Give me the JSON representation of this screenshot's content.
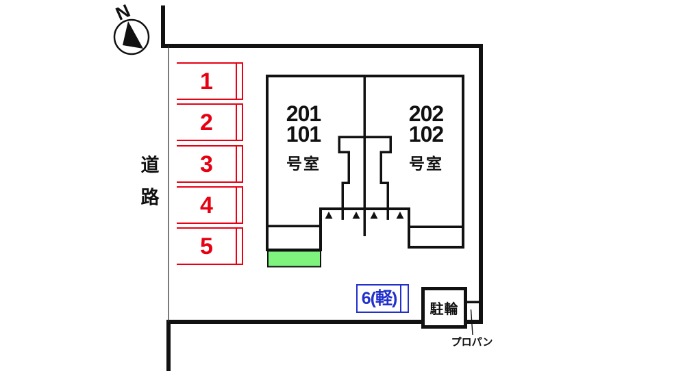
{
  "page": {
    "background": "#ffffff"
  },
  "compass": {
    "label": "N"
  },
  "road": {
    "chars": [
      "道",
      "路"
    ]
  },
  "parking": {
    "stall_color": "#e60012",
    "kei_color": "#2230cc",
    "reserved_color": "#7ef37e",
    "stalls": [
      {
        "label": "1"
      },
      {
        "label": "2"
      },
      {
        "label": "3"
      },
      {
        "label": "4"
      },
      {
        "label": "5"
      }
    ],
    "kei_stall": {
      "label": "6(軽)"
    }
  },
  "building": {
    "left_unit": {
      "line1": "201",
      "line2": "101",
      "line3": "号室"
    },
    "right_unit": {
      "line1": "202",
      "line2": "102",
      "line3": "号室"
    }
  },
  "bicycle": {
    "label": "駐輪"
  },
  "propane": {
    "label": "プロパン"
  }
}
